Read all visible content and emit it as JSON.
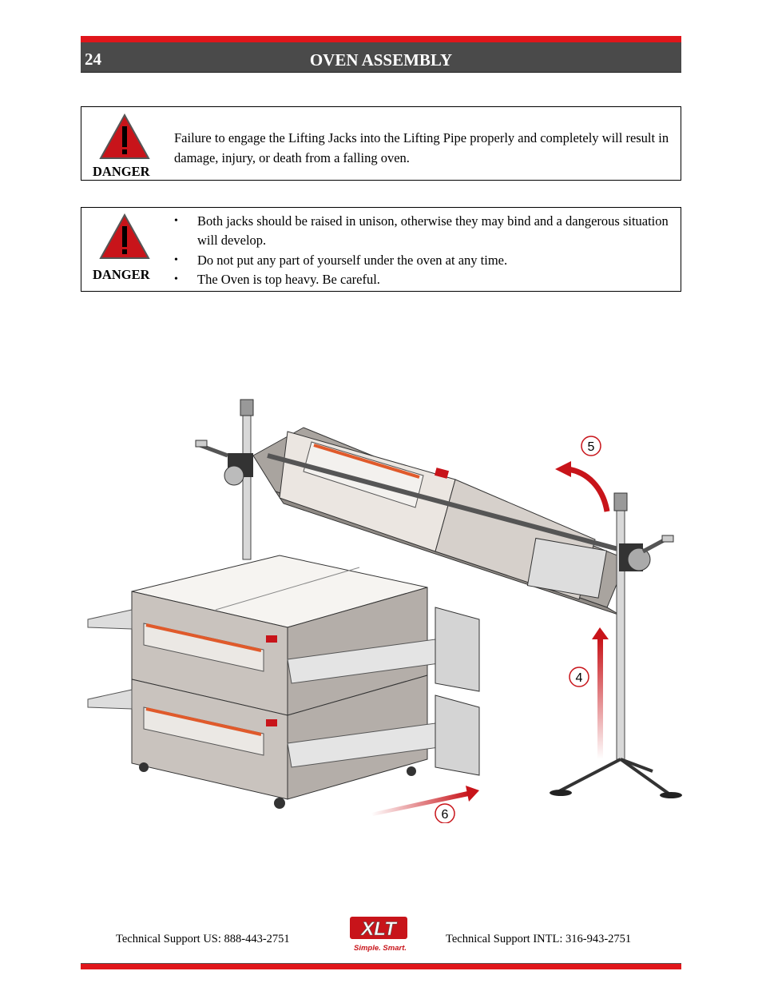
{
  "header": {
    "page_number": "24",
    "title": "OVEN ASSEMBLY"
  },
  "warning_1": {
    "label": "DANGER",
    "text": "Failure to engage the Lifting Jacks into the Lifting Pipe properly and completely will result in damage, injury, or death from a falling oven."
  },
  "warning_2": {
    "label": "DANGER",
    "bullets": [
      "Both jacks should be raised in unison, otherwise they may bind and a dangerous situation will develop.",
      "Do not put any part of yourself under the oven at any time.",
      "The Oven is top heavy.  Be careful."
    ]
  },
  "illustration": {
    "step_5": "5",
    "step_4": "4",
    "step_6": "6"
  },
  "footer": {
    "support_us": "Technical Support  US:  888-443-2751",
    "support_intl": "Technical Support  INTL:  316-943-2751",
    "logo_text": "XLT",
    "logo_tagline": "Simple. Smart."
  },
  "colors": {
    "accent_red": "#e0161b",
    "header_gray": "#4a4a4a",
    "oven_gray": "#c9c3be"
  }
}
